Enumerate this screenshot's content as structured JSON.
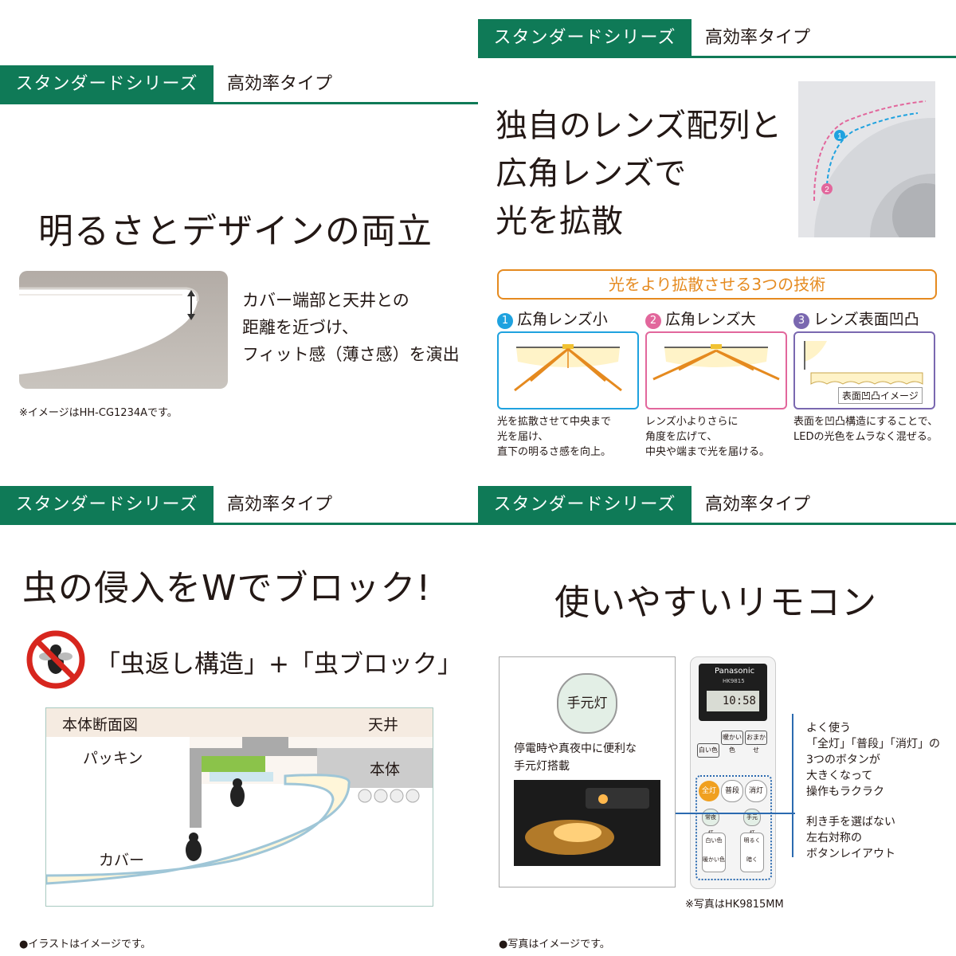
{
  "panels": {
    "p1": {
      "tag": "スタンダードシリーズ",
      "sub": "高効率タイプ",
      "headline": "明るさとデザインの両立",
      "body": [
        "カバー端部と天井との",
        "距離を近づけ、",
        "フィット感（薄さ感）を演出"
      ],
      "note": "※イメージはHH-CG1234Aです。"
    },
    "p2": {
      "tag": "スタンダードシリーズ",
      "sub": "高効率タイプ",
      "headline": [
        "独自のレンズ配列と",
        "広角レンズで",
        "光を拡散"
      ],
      "tech_title": "光をより拡散させる3つの技術",
      "items": [
        {
          "num": "1",
          "title": "広角レンズ小",
          "desc": [
            "光を拡散させて中央まで",
            "光を届け、",
            "直下の明るさ感を向上。"
          ]
        },
        {
          "num": "2",
          "title": "広角レンズ大",
          "desc": [
            "レンズ小よりさらに",
            "角度を広げて、",
            "中央や端まで光を届ける。"
          ]
        },
        {
          "num": "3",
          "title": "レンズ表面凹凸",
          "desc": [
            "表面を凹凸構造にすることで、",
            "LEDの光色をムラなく混ぜる。"
          ],
          "inset_label": "表面凹凸イメージ"
        }
      ]
    },
    "p3": {
      "tag": "スタンダードシリーズ",
      "sub": "高効率タイプ",
      "headline": "虫の侵入をWでブロック!",
      "feature": "「虫返し構造」+「虫ブロック」",
      "diagram": {
        "title": "本体断面図",
        "ceiling": "天井",
        "body": "本体",
        "packing": "パッキン",
        "cover": "カバー"
      },
      "note": "●イラストはイメージです。"
    },
    "p4": {
      "tag": "スタンダードシリーズ",
      "sub": "高効率タイプ",
      "headline": "使いやすいリモコン",
      "hand_light": "手元灯",
      "hand_desc": [
        "停電時や真夜中に便利な",
        "手元灯搭載"
      ],
      "remote": {
        "brand": "Panasonic",
        "model": "HK9815",
        "lcd": "10:58",
        "buttons_row1": [
          "白い色",
          "暖かい色",
          "おまかせ"
        ],
        "buttons_main": [
          "全灯",
          "普段",
          "消灯"
        ],
        "buttons_small": [
          "常夜灯",
          "手元灯"
        ],
        "buttons_bottom": [
          "明るく",
          "暗く",
          "白い色",
          "暖かい色"
        ]
      },
      "callout1": [
        "よく使う",
        "「全灯」「普段」「消灯」の",
        "3つのボタンが",
        "大きくなって",
        "操作もラクラク"
      ],
      "callout2": [
        "利き手を選ばない",
        "左右対称の",
        "ボタンレイアウト"
      ],
      "photo_note": "※写真はHK9815MM",
      "note": "●写真はイメージです。"
    }
  },
  "colors": {
    "green": "#0f7a57",
    "orange": "#e58a1f",
    "blue": "#1fa2df",
    "pink": "#e2679c",
    "purple": "#7a68b0"
  }
}
